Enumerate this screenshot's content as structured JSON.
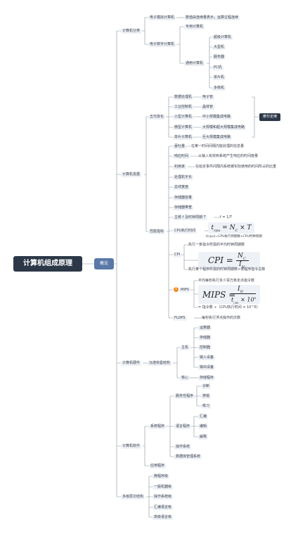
{
  "root": "计算机组成原理",
  "overview": "概论",
  "moore_law": "摩尔定律",
  "classification": {
    "label": "计算机分类",
    "analog": "电子模拟计算机",
    "analog_desc": "数值由连续量表示，运算过程连续",
    "digital": "电子数字计算机",
    "special": "专用计算机",
    "general": "通用计算机",
    "general_items": [
      "超级计算机",
      "大型机",
      "服务器",
      "PC机",
      "单片机",
      "多核机"
    ]
  },
  "development": {
    "label": "计算机发展",
    "five_gen": "五代变化",
    "generations": [
      {
        "name": "数据处理机",
        "tech": "电子管"
      },
      {
        "name": "工业控制机",
        "tech": "晶体管"
      },
      {
        "name": "小型计算机",
        "tech": "中小规模集成电路"
      },
      {
        "name": "微型计算机",
        "tech": "大规模和超大规模集成电路"
      },
      {
        "name": "单片计算机",
        "tech": "巨大规模集成电路"
      }
    ],
    "perf_label": "性能指标",
    "metrics": [
      {
        "name": "吞吐量",
        "desc": "在某一时间间隔内能处理的信息量"
      },
      {
        "name": "响应时间",
        "desc": "从输入有效到系统产生响应的时间度量"
      },
      {
        "name": "利用率",
        "desc": "在给定事件间隔内系统被实际使用的时间所占的比重"
      },
      {
        "name": "处理机字长",
        "desc": ""
      },
      {
        "name": "总线宽度",
        "desc": ""
      },
      {
        "name": "存储器容量",
        "desc": ""
      },
      {
        "name": "存储器带宽",
        "desc": ""
      },
      {
        "name": "主频 f 及时钟周期 T",
        "desc": "f = 1/T"
      }
    ],
    "cpu_time": {
      "label": "CPU执行时间",
      "formula_lhs": "t",
      "formula_sub": "cpu",
      "formula_rhs": "= N",
      "formula_sub2": "C",
      "formula_tail": "× T",
      "desc": "t(cpu)=CPU执行周期数×CPU时钟周期"
    },
    "cpi": {
      "label": "CPI",
      "desc1": "执行一条指令所需的平均时钟周期数",
      "formula": "CPI = N_C / I_N",
      "num": "N",
      "num_sub": "C",
      "den": "I",
      "den_sub": "N",
      "desc2": "执行某个程序所需的时钟周期数÷该程序指令总数"
    },
    "mips": {
      "label": "MIPS",
      "desc1": "平均每秒执行多少百万条定点指令数",
      "num": "I",
      "num_sub": "N",
      "den": "t",
      "den_sub": "cpu",
      "den_tail": "× 10",
      "den_exp": "6",
      "desc2": "= 指令数 ÷（CPU执行时间 × 10^6）"
    },
    "flops": {
      "label": "FLOPS",
      "desc": "每秒执行浮点操作的次数"
    }
  },
  "hardware": {
    "label": "计算机硬件",
    "neumann": "冯诺依曼结构",
    "host": "主机",
    "host_items": [
      "运算器",
      "存储器",
      "控制器",
      "输入设备",
      "输出设备"
    ],
    "core": "核心",
    "core_item": "存储程序"
  },
  "software": {
    "label": "计算机软件",
    "system": "系统程序",
    "service": "服务性程序",
    "service_items": [
      "诊断",
      "排错",
      "练习"
    ],
    "lang": "语言程序",
    "lang_items": [
      "汇编",
      "编辑",
      "解释"
    ],
    "os": "操作系统",
    "db": "数据库管理系统",
    "app": "应用程序"
  },
  "levels": {
    "label": "多级层次结构",
    "items": [
      "微程序级",
      "一般机器级",
      "操作系统级",
      "汇编语言级",
      "高级语言级"
    ]
  }
}
